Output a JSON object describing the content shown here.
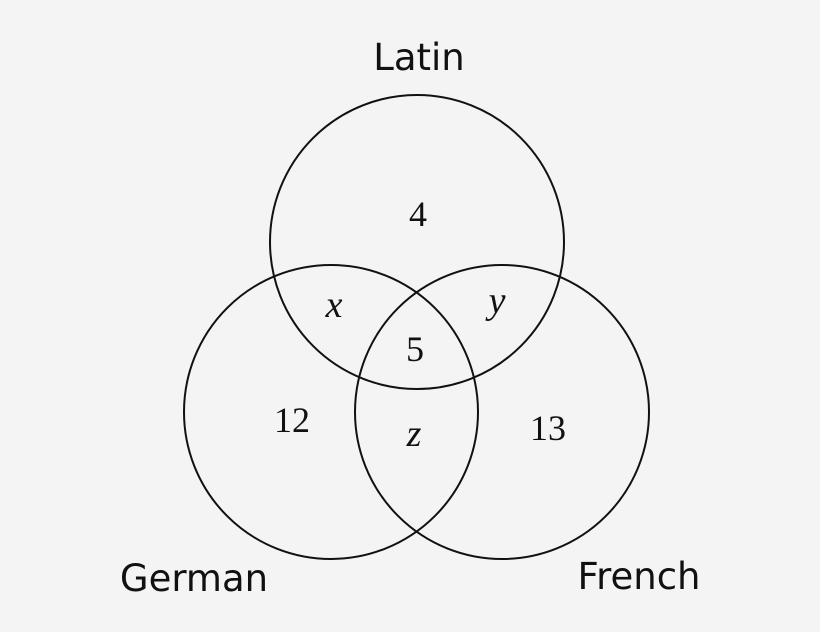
{
  "sets": {
    "top": "Latin",
    "left": "German",
    "right": "French"
  },
  "regions": {
    "latin_only": "4",
    "german_only": "12",
    "french_only": "13",
    "latin_german": "x",
    "latin_french": "y",
    "german_french": "z",
    "all_three": "5"
  },
  "colors": {
    "background": "#f4f4f4",
    "stroke": "#111111"
  }
}
